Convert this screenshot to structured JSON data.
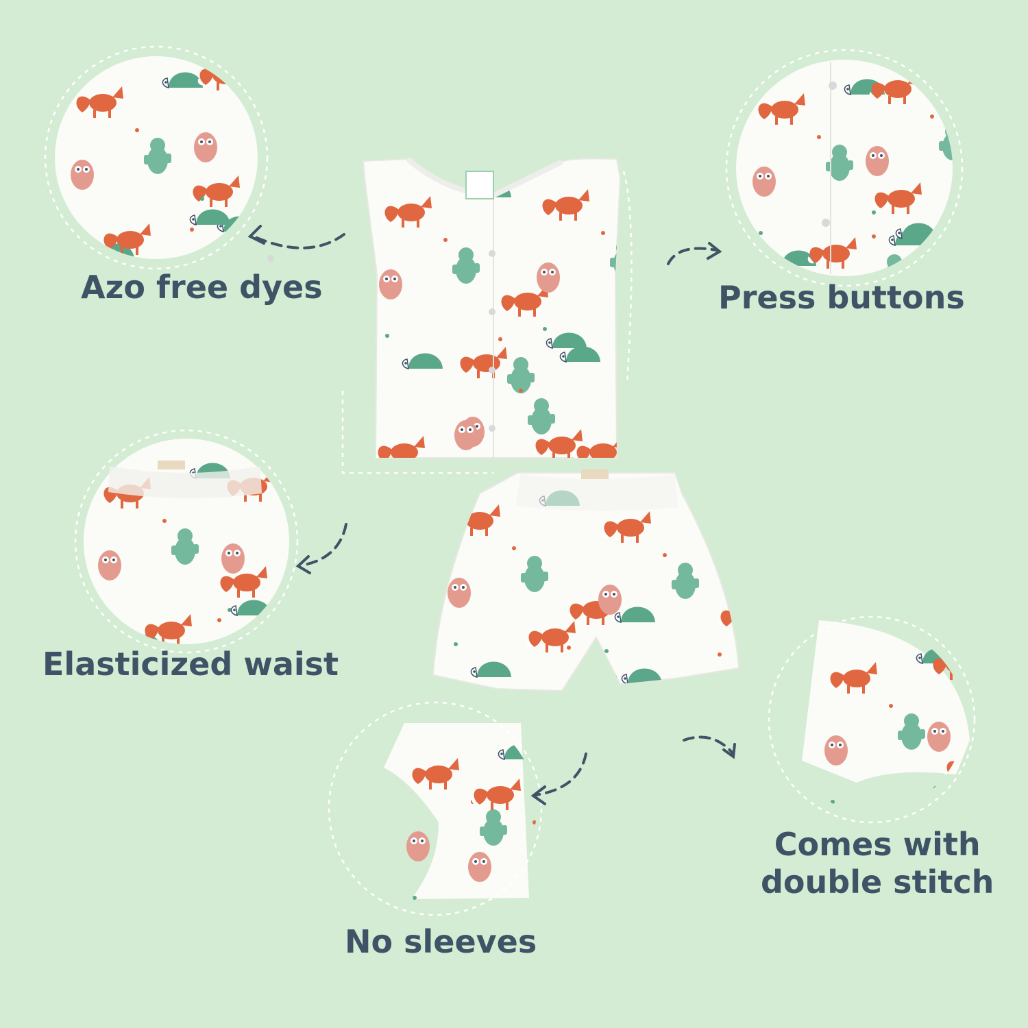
{
  "background_color": "#d4ecd3",
  "text_color": "#3e5366",
  "print_colors": {
    "fox": "#e0673f",
    "bear": "#74b89d",
    "owl": "#e49b8f",
    "hedgehog": "#5aa78a",
    "fabric": "#fbfbf8"
  },
  "features": {
    "azo": {
      "label": "Azo free dyes"
    },
    "press": {
      "label": "Press buttons"
    },
    "waist": {
      "label": "Elasticized waist"
    },
    "stitch": {
      "label_line1": "Comes with",
      "label_line2": "double stitch"
    },
    "sleeves": {
      "label": "No sleeves"
    }
  },
  "product": {
    "items": [
      "vest",
      "shorts"
    ]
  }
}
